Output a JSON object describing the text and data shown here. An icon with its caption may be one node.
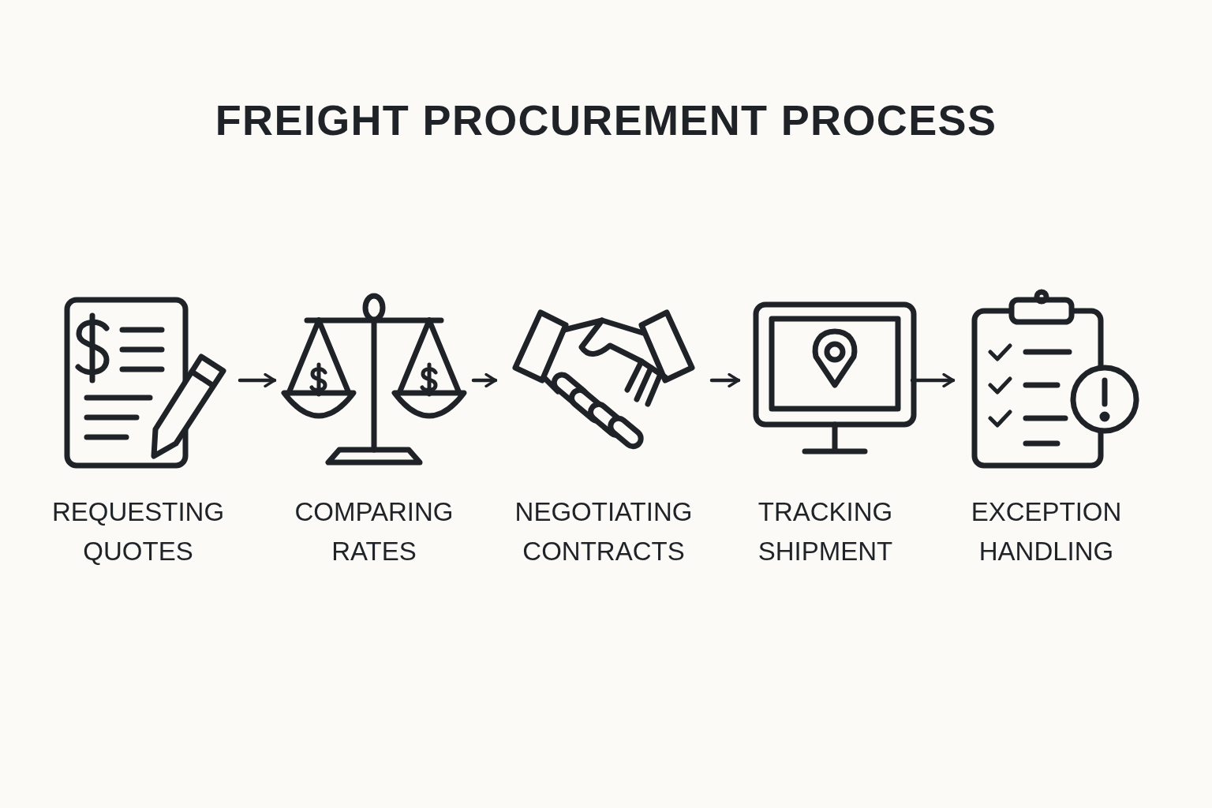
{
  "diagram": {
    "title": "FREIGHT PROCUREMENT PROCESS",
    "nodes": [
      {
        "text": [
          "REQUESTING QUOTES"
        ]
      },
      {
        "text": [
          "COMPARING RATES"
        ]
      },
      {
        "text": [
          "NEGOTIATING CONTRACTS"
        ]
      },
      {
        "text": [
          "TRACKING SHIPMENT"
        ]
      },
      {
        "text": [
          "EXCEPTION HANDLING"
        ]
      }
    ],
    "edges": [
      {
        "from": 0,
        "to": 1,
        "arrow": "to"
      },
      {
        "from": 1,
        "to": 2,
        "arrow": "to"
      },
      {
        "from": 2,
        "to": 3,
        "arrow": "to"
      },
      {
        "from": 3,
        "to": 4,
        "arrow": "to"
      }
    ]
  }
}
